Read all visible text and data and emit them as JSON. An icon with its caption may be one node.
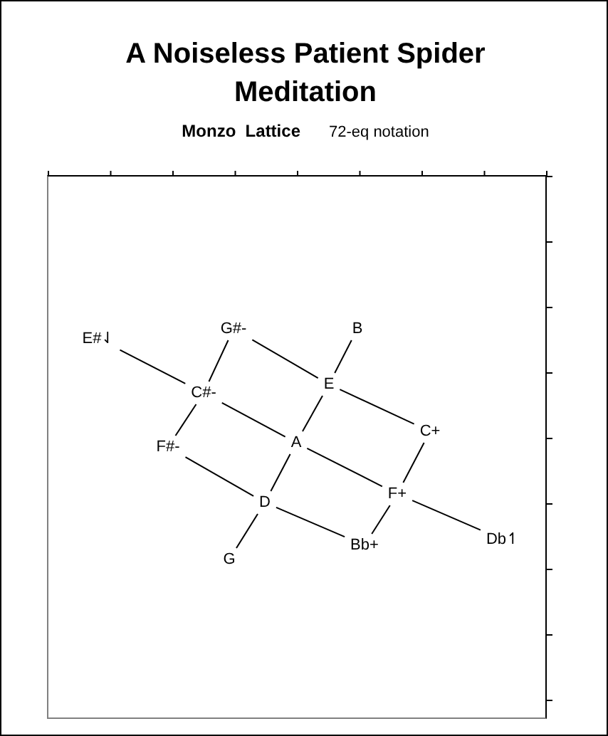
{
  "diagram": {
    "title": "A Noiseless Patient Spider Meditation",
    "nodes": [
      {
        "text": [
          "E#⇃"
        ]
      },
      {
        "text": [
          "G#-"
        ]
      },
      {
        "text": [
          "B"
        ]
      },
      {
        "text": [
          "C#-"
        ]
      },
      {
        "text": [
          "E"
        ]
      },
      {
        "text": [
          "F#-"
        ]
      },
      {
        "text": [
          "A"
        ]
      },
      {
        "text": [
          "C+"
        ]
      },
      {
        "text": [
          "D"
        ]
      },
      {
        "text": [
          "F+"
        ]
      },
      {
        "text": [
          "G"
        ]
      },
      {
        "text": [
          "Bb+"
        ]
      },
      {
        "text": [
          "Db↿"
        ]
      }
    ],
    "edges": [
      {
        "from": 0,
        "to": 3,
        "arrow": "none"
      },
      {
        "from": 3,
        "to": 6,
        "arrow": "none"
      },
      {
        "from": 6,
        "to": 9,
        "arrow": "none"
      },
      {
        "from": 9,
        "to": 12,
        "arrow": "none"
      },
      {
        "from": 1,
        "to": 4,
        "arrow": "none"
      },
      {
        "from": 4,
        "to": 7,
        "arrow": "none"
      },
      {
        "from": 5,
        "to": 8,
        "arrow": "none"
      },
      {
        "from": 8,
        "to": 11,
        "arrow": "none"
      },
      {
        "from": 1,
        "to": 3,
        "arrow": "none"
      },
      {
        "from": 3,
        "to": 5,
        "arrow": "none"
      },
      {
        "from": 2,
        "to": 4,
        "arrow": "none"
      },
      {
        "from": 4,
        "to": 6,
        "arrow": "none"
      },
      {
        "from": 6,
        "to": 8,
        "arrow": "none"
      },
      {
        "from": 8,
        "to": 10,
        "arrow": "none"
      },
      {
        "from": 7,
        "to": 9,
        "arrow": "none"
      },
      {
        "from": 9,
        "to": 11,
        "arrow": "none"
      }
    ],
    "labels": [
      "Monzo  Lattice",
      "72-eq notation"
    ]
  }
}
